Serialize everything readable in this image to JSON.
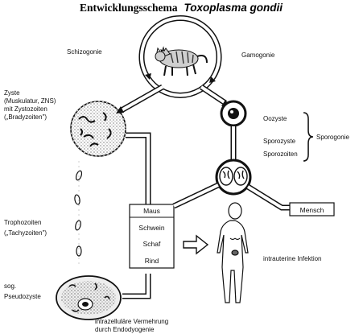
{
  "title": {
    "main": "Entwicklungsschema",
    "species": "Toxoplasma gondii"
  },
  "stages": {
    "schizogonie": "Schizogonie",
    "gamogonie": "Gamogonie",
    "sporogonie": "Sporogonie"
  },
  "left_labels": {
    "zyste_1": "Zyste",
    "zyste_2": "(Muskulatur, ZNS)",
    "zyste_3": "mit Zystozoiten",
    "zyste_4": "(„Bradyzoiten\")",
    "trophozoiten_1": "Trophozoiten",
    "trophozoiten_2": "(„Tachyzoiten\")",
    "pseudozyste_1": "sog.",
    "pseudozyste_2": "Pseudozyste"
  },
  "sporogonie_items": [
    "Oozyste",
    "Sporozyste",
    "Sporozoiten"
  ],
  "hosts": [
    "Maus",
    "Schwein",
    "Schaf",
    "Rind"
  ],
  "human": "Mensch",
  "bottom_labels": {
    "vermehrung_1": "intrazelluläre Vermehrung",
    "vermehrung_2": "durch Endodyogenie",
    "infektion": "intrauterine Infektion"
  },
  "icons": [
    "cat-icon",
    "cyst-icon",
    "oocyst-icon",
    "sporocyst-icon",
    "pseudocyst-icon",
    "human-figure-icon",
    "arrow-right-icon"
  ]
}
